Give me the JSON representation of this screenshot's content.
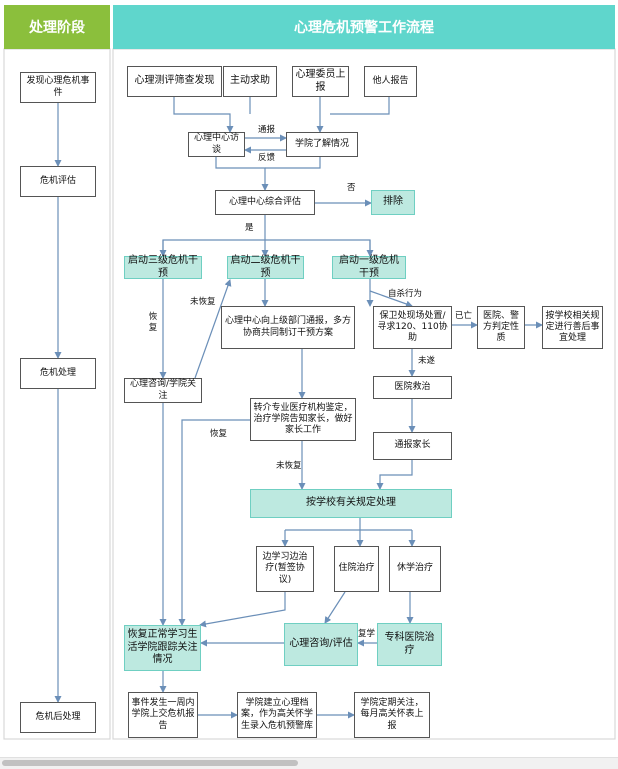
{
  "header": {
    "left_title": "处理阶段",
    "right_title": "心理危机预警工作流程"
  },
  "stages": {
    "s1": "发现心理危机事件",
    "s2": "危机评估",
    "s3": "危机处理",
    "s4": "危机后处理"
  },
  "nodes": {
    "n_screen": "心理测评筛查发现",
    "n_seek": "主动求助",
    "n_committee": "心理委员上报",
    "n_others": "他人报告",
    "n_interview": "心理中心访谈",
    "n_college_info": "学院了解情况",
    "n_assess": "心理中心综合评估",
    "n_exclude": "排除",
    "n_level3": "启动三级危机干预",
    "n_level2": "启动二级危机干预",
    "n_level1": "启动一级危机干预",
    "n_report_leader": "心理中心向上级部门通报，多方协商共同制订干预方案",
    "n_security": "保卫处现场处置/寻求120、110协助",
    "n_hospital_police": "医院、警方判定性质",
    "n_handle_rules": "按学校相关规定进行善后事宜处理",
    "n_consult_college": "心理咨询/学院关注",
    "n_referral": "转介专业医疗机构鉴定，治疗学院告知家长，做好家长工作",
    "n_hospital_rescue": "医院救治",
    "n_notify_parents": "通报家长",
    "n_school_rules": "按学校有关规定处理",
    "n_study_treat": "边学习边治疗(暂签协议)",
    "n_inpatient": "住院治疗",
    "n_suspend": "休学治疗",
    "n_resume": "恢复正常学习生活学院跟踪关注情况",
    "n_consult_assess": "心理咨询/评估",
    "n_specialist": "专科医院治疗",
    "n_event_report": "事件发生一周内学院上交危机报告",
    "n_archive": "学院建立心理档案，作为高关怀学生录入危机预警库",
    "n_followup": "学院定期关注，每月高关怀表上报"
  },
  "edge_labels": {
    "notify": "通报",
    "feedback": "反馈",
    "no": "否",
    "yes": "是",
    "recover1": "恢复",
    "not_recover1": "未恢复",
    "self_harm": "自杀行为",
    "already": "已亡",
    "not_dead": "未遂",
    "recover2": "恢复",
    "not_recover2": "未恢复",
    "return_school": "复学"
  },
  "colors": {
    "stage_header": "#8bbf3c",
    "flow_header": "#5fd6cc",
    "highlight_fill": "#bde9e0",
    "highlight_border": "#6fcfc2"
  }
}
